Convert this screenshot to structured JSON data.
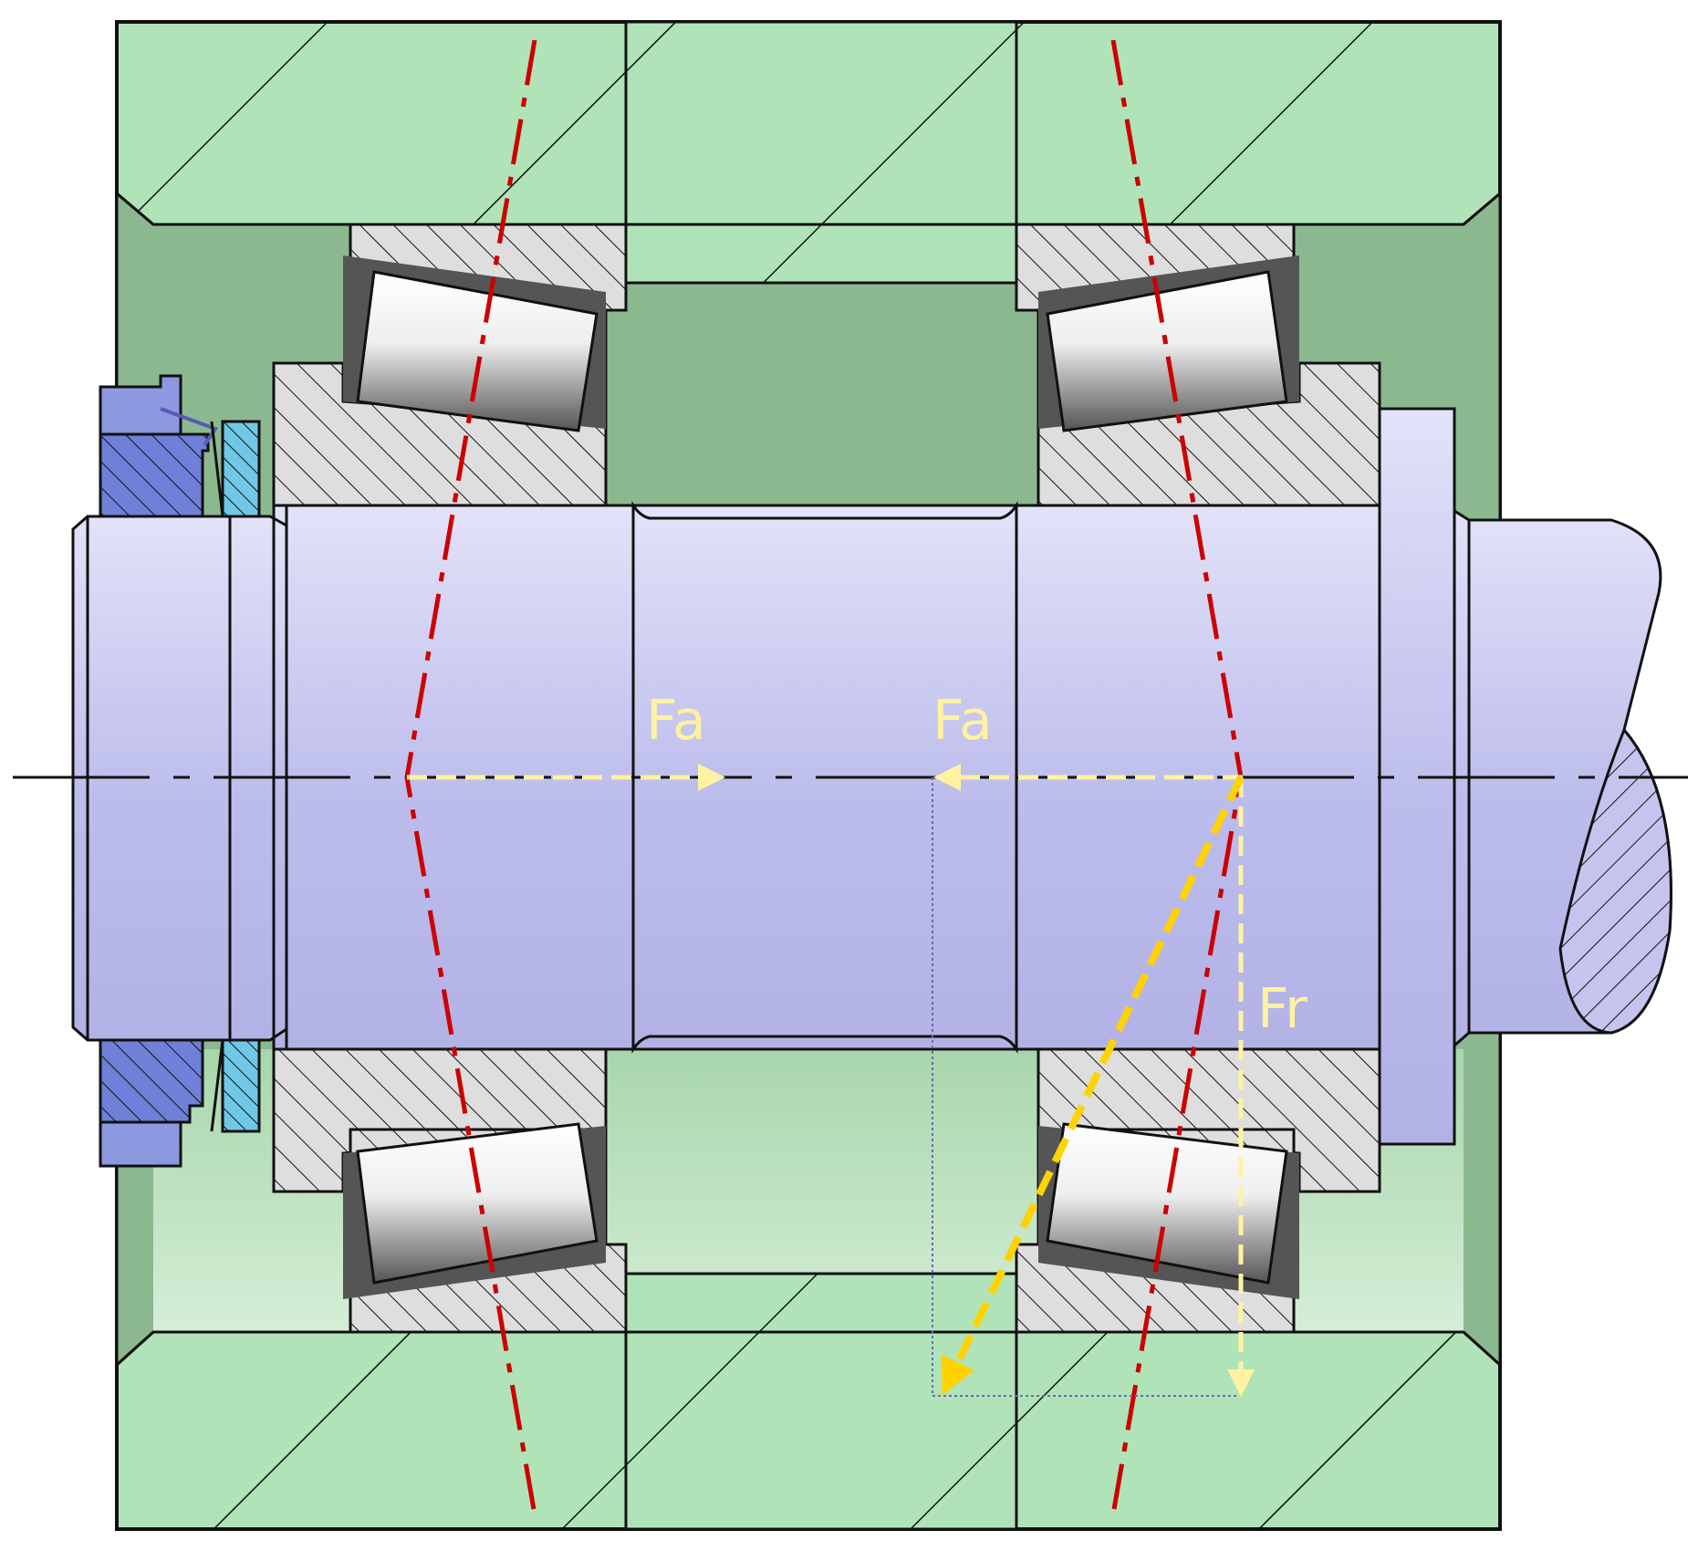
{
  "labels": {
    "fa_left": "Fa",
    "fa_right": "Fa",
    "fr": "Fr"
  },
  "colors": {
    "housing": "#b0e4b8",
    "housing_recess": "#8cb890",
    "housing_lower_recess": "#c6e6c8",
    "shaft": "#c4c4ee",
    "shaft_light": "#e2e2f8",
    "shaft_dark": "#b2b2e6",
    "bearing_race": "#dedede",
    "roller_light": "#ffffff",
    "roller_dark": "#555555",
    "cage": "#555555",
    "nut": "#8c98e0",
    "nut_hatch": "#6f80d8",
    "washer": "#6ec8e6",
    "pressure_line": "#cc0000",
    "force_light": "#fff2a0",
    "force_strong": "#ffd200",
    "construction_line": "#6a6ab0",
    "outline": "#111111"
  },
  "icons": [
    "tapered-roller-bearing-left",
    "tapered-roller-bearing-right",
    "lock-nut",
    "lock-washer",
    "shaft",
    "housing"
  ]
}
